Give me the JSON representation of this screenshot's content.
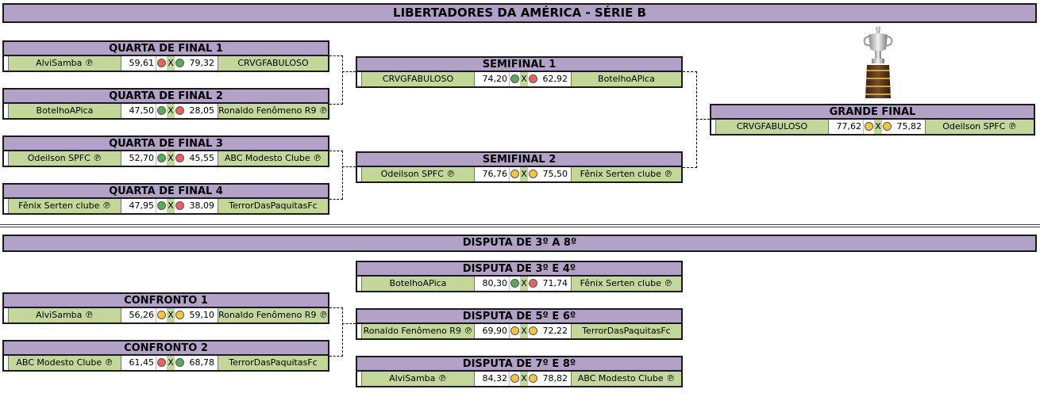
{
  "title": "LIBERTADORES DA AMÉRICA - SÉRIE B",
  "section2_title": "DISPUTA DE 3º A 8º",
  "colors": {
    "header_bg": "#b3a2c7",
    "team_bg": "#c4d79b",
    "win_dot": "#5aa85a",
    "lose_dot": "#e86060",
    "pending_dot": "#f5c542"
  },
  "trophy_icon": "trophy-icon",
  "matches": [
    {
      "title": "QUARTA DE FINAL 1",
      "teamA": "AlviSamba ℗",
      "scoreA": "59,61",
      "dotA": "red",
      "x": "X",
      "dotB": "green",
      "scoreB": "79,32",
      "teamB": "CRVGFABULOSO"
    },
    {
      "title": "QUARTA DE FINAL 2",
      "teamA": "BotelhoAPica",
      "scoreA": "47,50",
      "dotA": "green",
      "x": "X",
      "dotB": "red",
      "scoreB": "28,05",
      "teamB": "Ronaldo Fenômeno R9 ℗"
    },
    {
      "title": "QUARTA DE FINAL 3",
      "teamA": "Odeilson SPFC ℗",
      "scoreA": "52,70",
      "dotA": "green",
      "x": "X",
      "dotB": "red",
      "scoreB": "45,55",
      "teamB": "ABC Modesto Clube ℗"
    },
    {
      "title": "QUARTA DE FINAL 4",
      "teamA": "Fênix Serten clube ℗",
      "scoreA": "47,95",
      "dotA": "green",
      "x": "X",
      "dotB": "red",
      "scoreB": "38,09",
      "teamB": "TerrorDasPaquitasFc"
    },
    {
      "title": "SEMIFINAL 1",
      "teamA": "CRVGFABULOSO",
      "scoreA": "74,20",
      "dotA": "green",
      "x": "X",
      "dotB": "red",
      "scoreB": "62,92",
      "teamB": "BotelhoAPica"
    },
    {
      "title": "SEMIFINAL 2",
      "teamA": "Odeilson SPFC ℗",
      "scoreA": "76,76",
      "dotA": "yellow",
      "x": "X",
      "dotB": "yellow",
      "scoreB": "75,50",
      "teamB": "Fênix Serten clube ℗"
    },
    {
      "title": "GRANDE FINAL",
      "teamA": "CRVGFABULOSO",
      "scoreA": "77,62",
      "dotA": "yellow",
      "x": "X",
      "dotB": "yellow",
      "scoreB": "75,82",
      "teamB": "Odeilson SPFC ℗"
    },
    {
      "title": "CONFRONTO 1",
      "teamA": "AlviSamba ℗",
      "scoreA": "56,26",
      "dotA": "yellow",
      "x": "X",
      "dotB": "yellow",
      "scoreB": "59,10",
      "teamB": "Ronaldo Fenômeno R9 ℗"
    },
    {
      "title": "CONFRONTO 2",
      "teamA": "ABC Modesto Clube ℗",
      "scoreA": "61,45",
      "dotA": "red",
      "x": "X",
      "dotB": "green",
      "scoreB": "68,78",
      "teamB": "TerrorDasPaquitasFc"
    },
    {
      "title": "DISPUTA DE 3º E 4º",
      "teamA": "BotelhoAPica",
      "scoreA": "80,30",
      "dotA": "green",
      "x": "X",
      "dotB": "red",
      "scoreB": "71,74",
      "teamB": "Fênix Serten clube ℗"
    },
    {
      "title": "DISPUTA DE 5º E 6º",
      "teamA": "Ronaldo Fenômeno R9 ℗",
      "scoreA": "69,90",
      "dotA": "yellow",
      "x": "X",
      "dotB": "yellow",
      "scoreB": "72,22",
      "teamB": "TerrorDasPaquitasFc"
    },
    {
      "title": "DISPUTA DE 7º E 8º",
      "teamA": "AlviSamba ℗",
      "scoreA": "84,32",
      "dotA": "yellow",
      "x": "X",
      "dotB": "yellow",
      "scoreB": "78,82",
      "teamB": "ABC Modesto Clube ℗"
    }
  ]
}
